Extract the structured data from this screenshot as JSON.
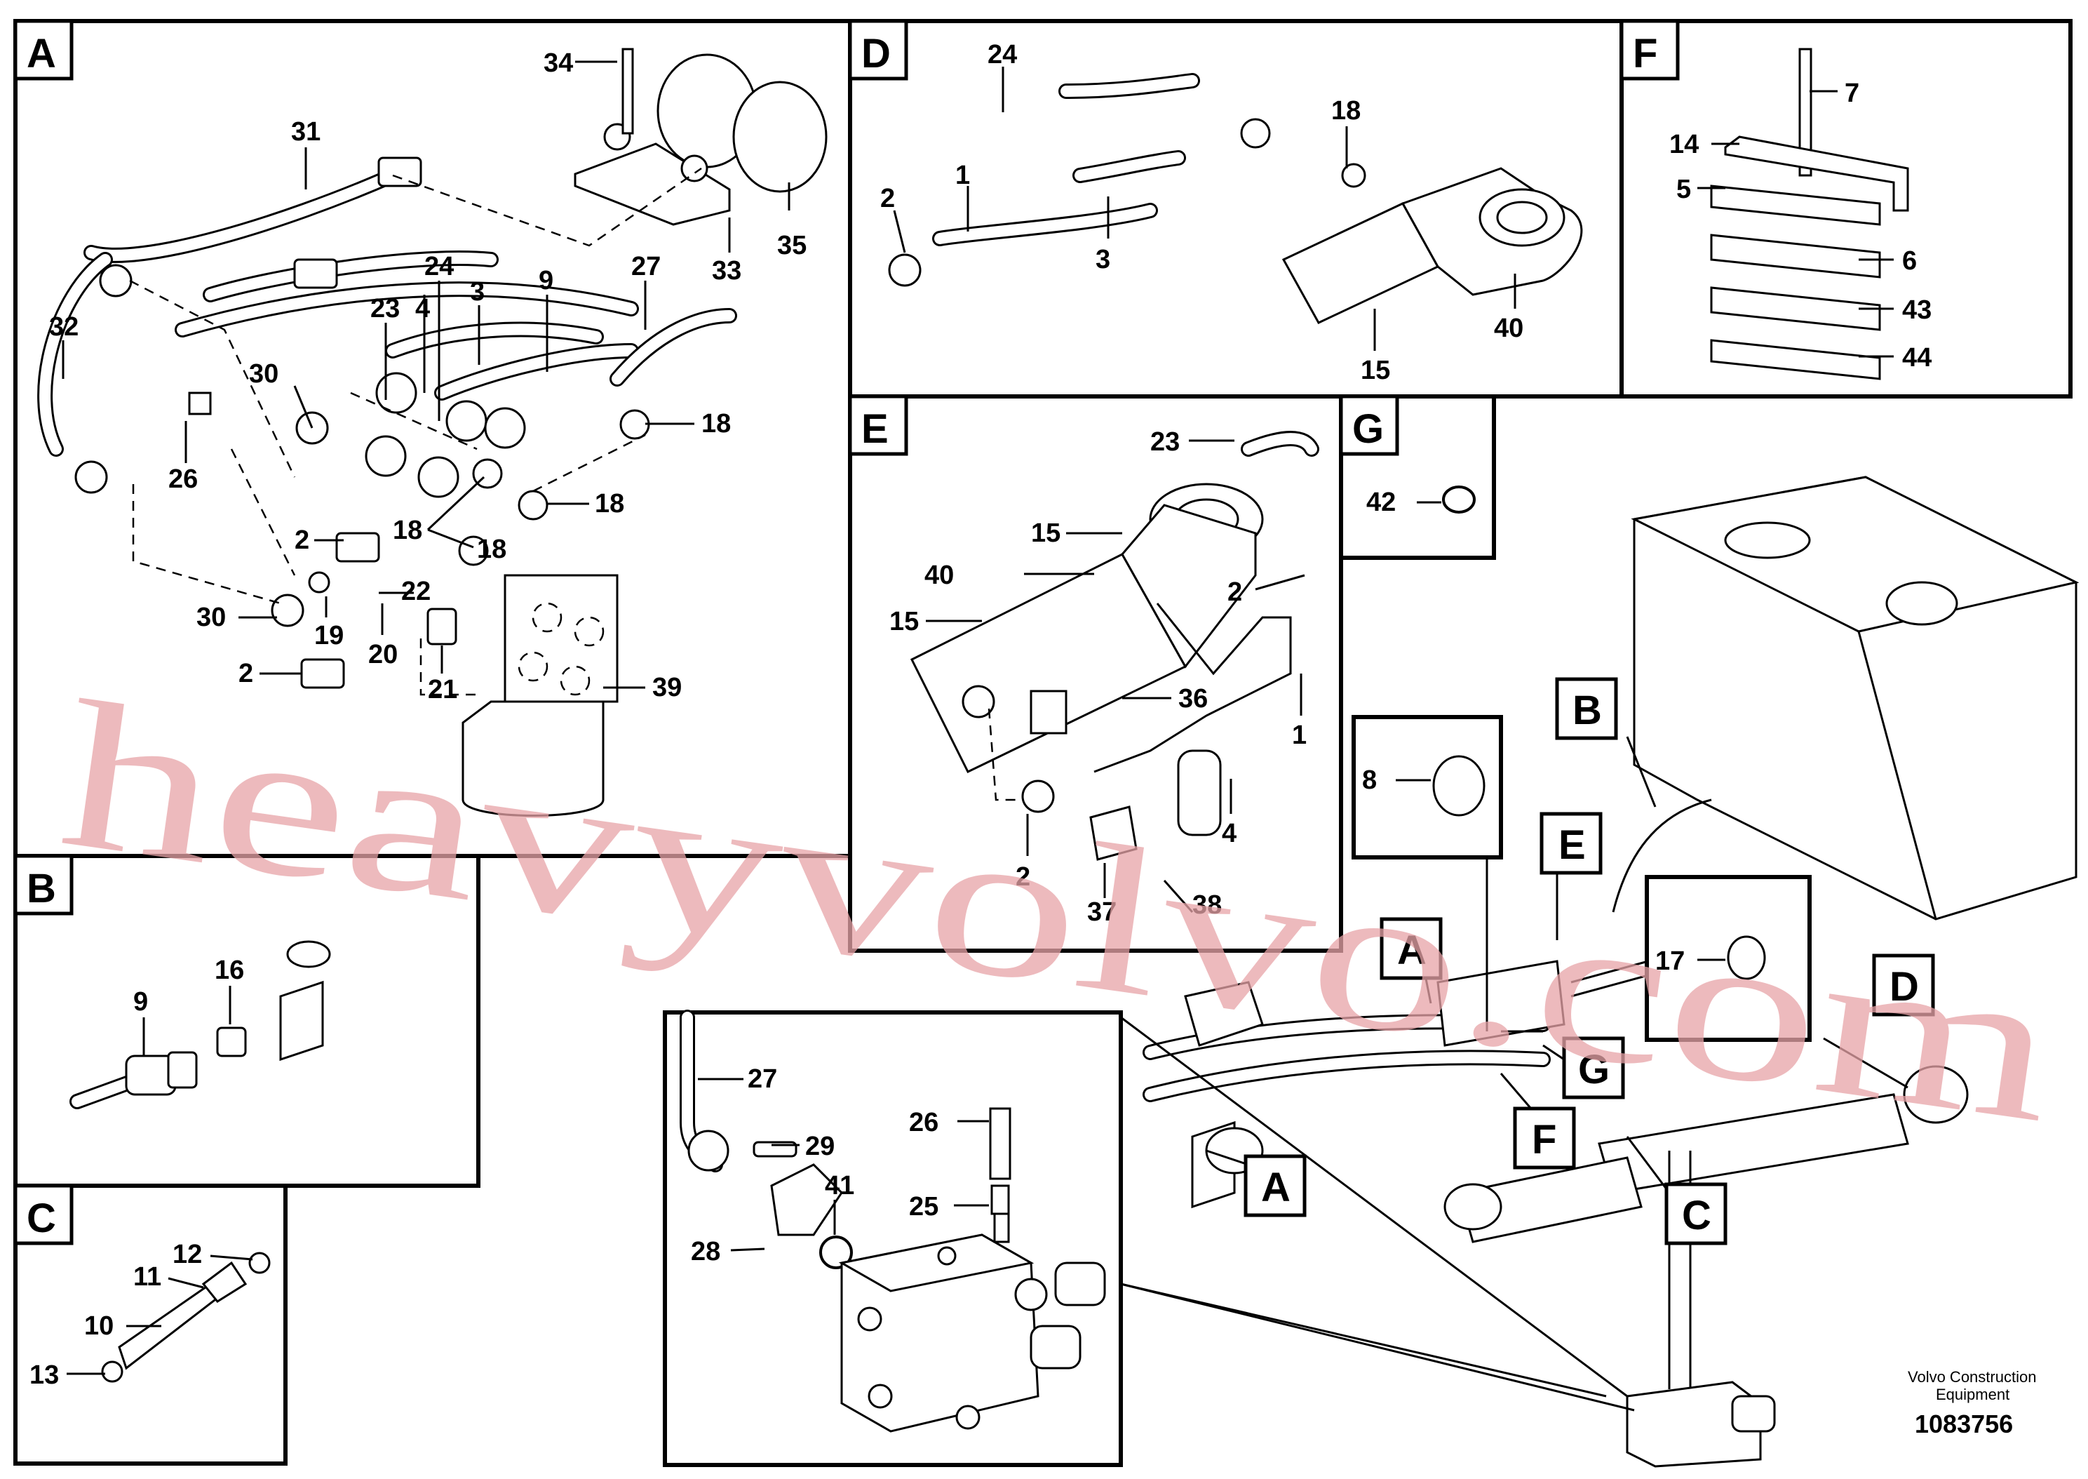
{
  "watermark": "heavyvolvo.com",
  "credit": {
    "line1": "Volvo Construction",
    "line2": "Equipment"
  },
  "doc_number": "1083756",
  "panels": {
    "A": {
      "letter": "A",
      "labels": [
        "34",
        "31",
        "33",
        "35",
        "32",
        "24",
        "3",
        "9",
        "27",
        "23",
        "4",
        "30",
        "26",
        "18",
        "18",
        "2",
        "18",
        "18",
        "22",
        "30",
        "19",
        "20",
        "21",
        "2",
        "39"
      ]
    },
    "B": {
      "letter": "B",
      "labels": [
        "9",
        "16"
      ]
    },
    "C": {
      "letter": "C",
      "labels": [
        "12",
        "11",
        "10",
        "13"
      ]
    },
    "D": {
      "letter": "D",
      "labels": [
        "24",
        "18",
        "2",
        "1",
        "3",
        "40",
        "15"
      ]
    },
    "E": {
      "letter": "E",
      "labels": [
        "23",
        "15",
        "40",
        "2",
        "15",
        "36",
        "1",
        "4",
        "2",
        "37",
        "38"
      ]
    },
    "F": {
      "letter": "F",
      "labels": [
        "7",
        "14",
        "5",
        "6",
        "43",
        "44"
      ]
    },
    "G": {
      "letter": "G",
      "labels": [
        "42"
      ]
    },
    "valve": {
      "labels": [
        "27",
        "26",
        "29",
        "41",
        "25",
        "28"
      ]
    },
    "mini8": {
      "labels": [
        "8"
      ]
    },
    "mini17": {
      "labels": [
        "17"
      ]
    }
  },
  "callouts": [
    "B",
    "E",
    "A",
    "F",
    "G",
    "D",
    "A",
    "C"
  ]
}
